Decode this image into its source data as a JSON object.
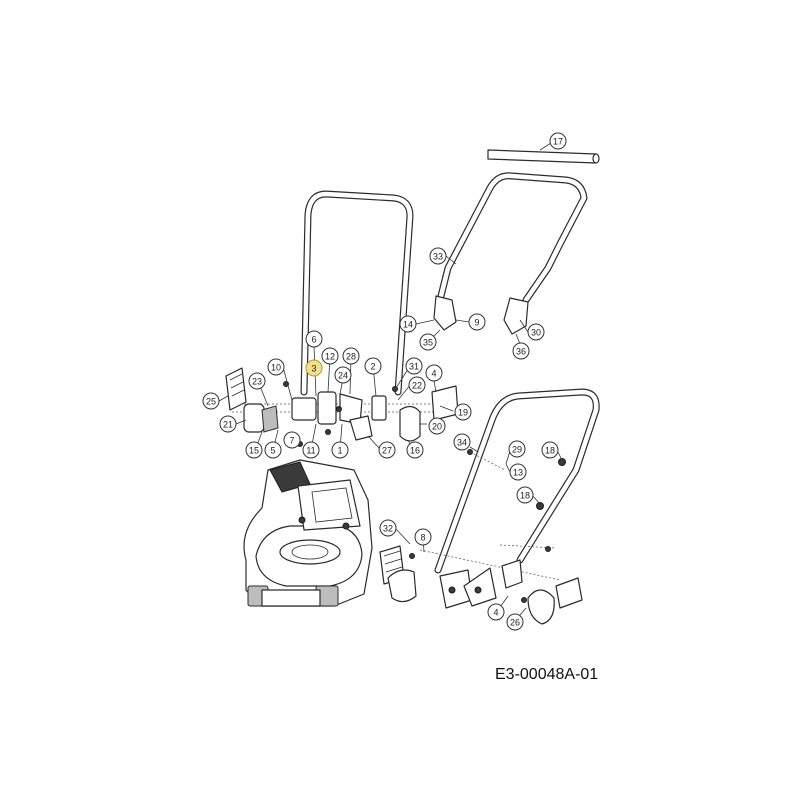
{
  "diagram": {
    "drawing_code": "E3-00048A-01",
    "highlight_color": "#f5e08a",
    "callouts": [
      {
        "id": "c17",
        "label": "17"
      },
      {
        "id": "c33",
        "label": "33"
      },
      {
        "id": "c14",
        "label": "14"
      },
      {
        "id": "c9",
        "label": "9"
      },
      {
        "id": "c30",
        "label": "30"
      },
      {
        "id": "c35",
        "label": "35"
      },
      {
        "id": "c36",
        "label": "36"
      },
      {
        "id": "c6",
        "label": "6"
      },
      {
        "id": "c10",
        "label": "10"
      },
      {
        "id": "c3",
        "label": "3",
        "highlight": true
      },
      {
        "id": "c12",
        "label": "12"
      },
      {
        "id": "c28",
        "label": "28"
      },
      {
        "id": "c2",
        "label": "2"
      },
      {
        "id": "c31",
        "label": "31"
      },
      {
        "id": "c4a",
        "label": "4"
      },
      {
        "id": "c23",
        "label": "23"
      },
      {
        "id": "c24",
        "label": "24"
      },
      {
        "id": "c22",
        "label": "22"
      },
      {
        "id": "c25",
        "label": "25"
      },
      {
        "id": "c19",
        "label": "19"
      },
      {
        "id": "c21",
        "label": "21"
      },
      {
        "id": "c20",
        "label": "20"
      },
      {
        "id": "c7",
        "label": "7"
      },
      {
        "id": "c15",
        "label": "15"
      },
      {
        "id": "c5",
        "label": "5"
      },
      {
        "id": "c11",
        "label": "11"
      },
      {
        "id": "c1",
        "label": "1"
      },
      {
        "id": "c27",
        "label": "27"
      },
      {
        "id": "c16",
        "label": "16"
      },
      {
        "id": "c34",
        "label": "34"
      },
      {
        "id": "c29",
        "label": "29"
      },
      {
        "id": "c18a",
        "label": "18"
      },
      {
        "id": "c13",
        "label": "13"
      },
      {
        "id": "c18b",
        "label": "18"
      },
      {
        "id": "c32",
        "label": "32"
      },
      {
        "id": "c8",
        "label": "8"
      },
      {
        "id": "c4b",
        "label": "4"
      },
      {
        "id": "c26",
        "label": "26"
      }
    ]
  }
}
